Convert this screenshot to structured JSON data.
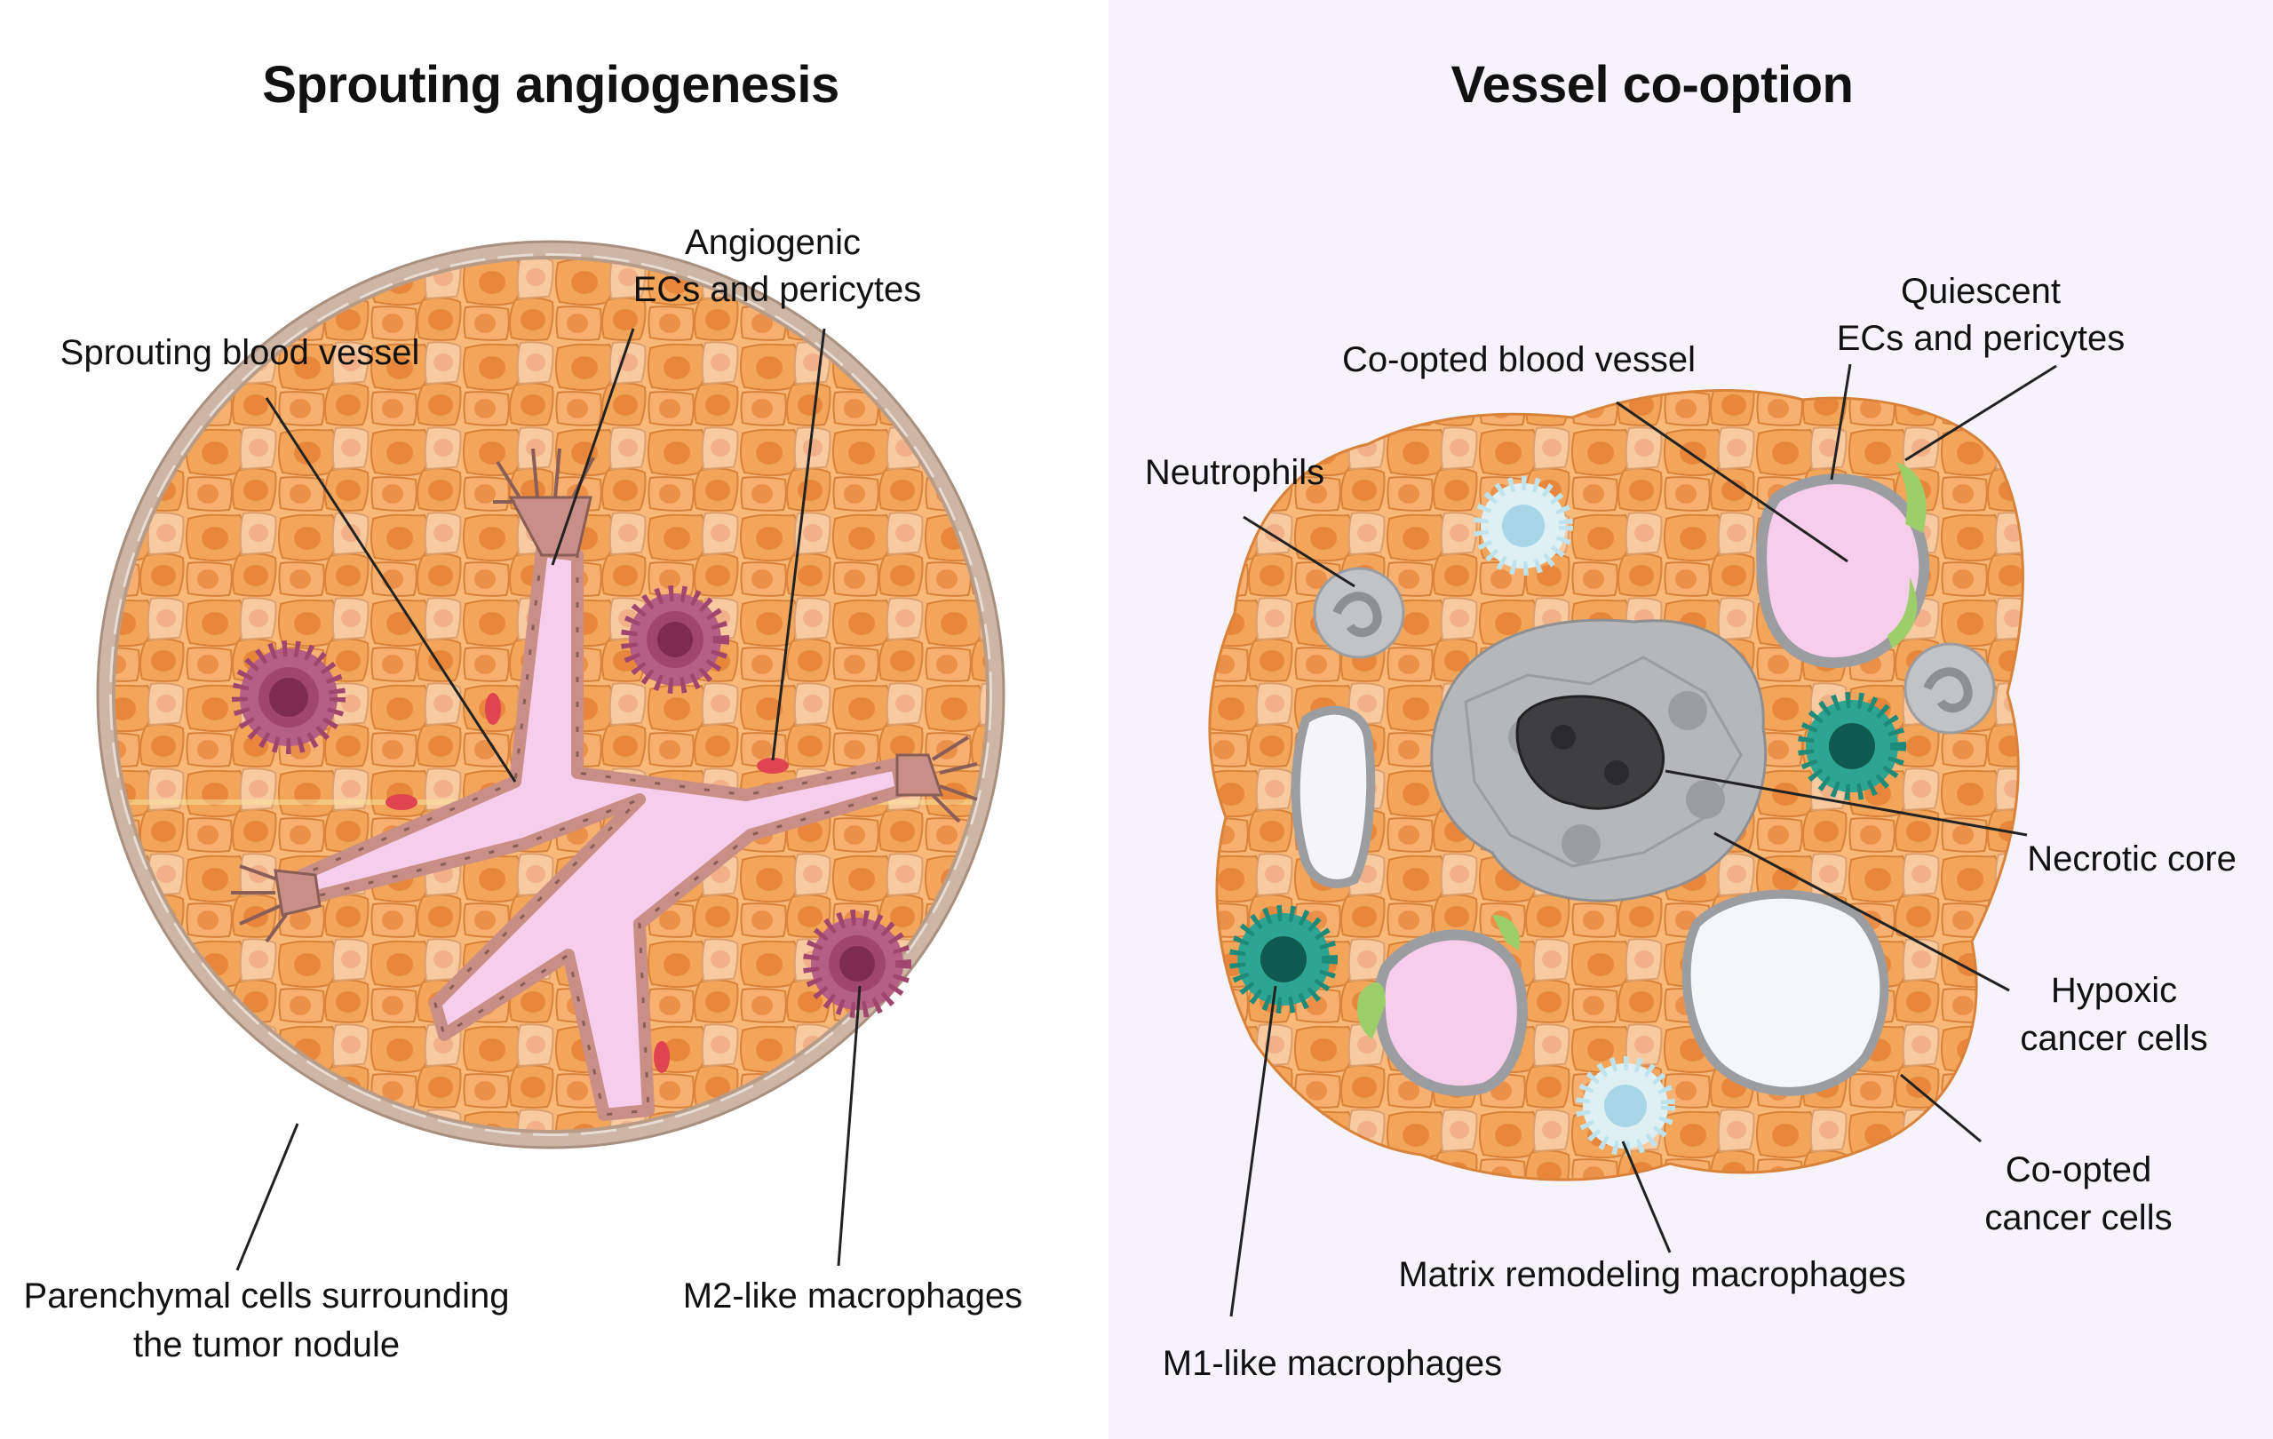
{
  "left_panel": {
    "title": "Sprouting angiogenesis",
    "labels": {
      "angiogenic_1": "Angiogenic",
      "angiogenic_2": "ECs and pericytes",
      "sprouting_vessel": "Sprouting blood vessel",
      "parenchymal_1": "Parenchymal cells surrounding",
      "parenchymal_2": "the tumor nodule",
      "m2": "M2-like macrophages"
    }
  },
  "right_panel": {
    "title": "Vessel co-option",
    "labels": {
      "quiescent_1": "Quiescent",
      "quiescent_2": "ECs and pericytes",
      "coopted_vessel": "Co-opted blood vessel",
      "neutrophils": "Neutrophils",
      "necrotic": "Necrotic core",
      "hypoxic_1": "Hypoxic",
      "hypoxic_2": "cancer cells",
      "coopted_cells_1": "Co-opted",
      "coopted_cells_2": "cancer cells",
      "matrix": "Matrix remodeling macrophages",
      "m1": "M1-like macrophages"
    }
  },
  "colors": {
    "cancer_cell": "#f3a65a",
    "cancer_nucleus": "#e8873c",
    "vessel_lumen": "#f6cdea",
    "vessel_wall": "#c98f86",
    "capsule": "#c9b3a4",
    "m2_macrophage": "#a0456e",
    "m1_macrophage": "#1d8a7a",
    "neutrophil": "#c2c3c6",
    "hypoxic": "#a9aaad",
    "necrotic": "#3f3f42",
    "pericyte_red": "#e04450",
    "pericyte_green": "#9ccf6a",
    "matrix_macrophage": "#bfe3ee"
  }
}
